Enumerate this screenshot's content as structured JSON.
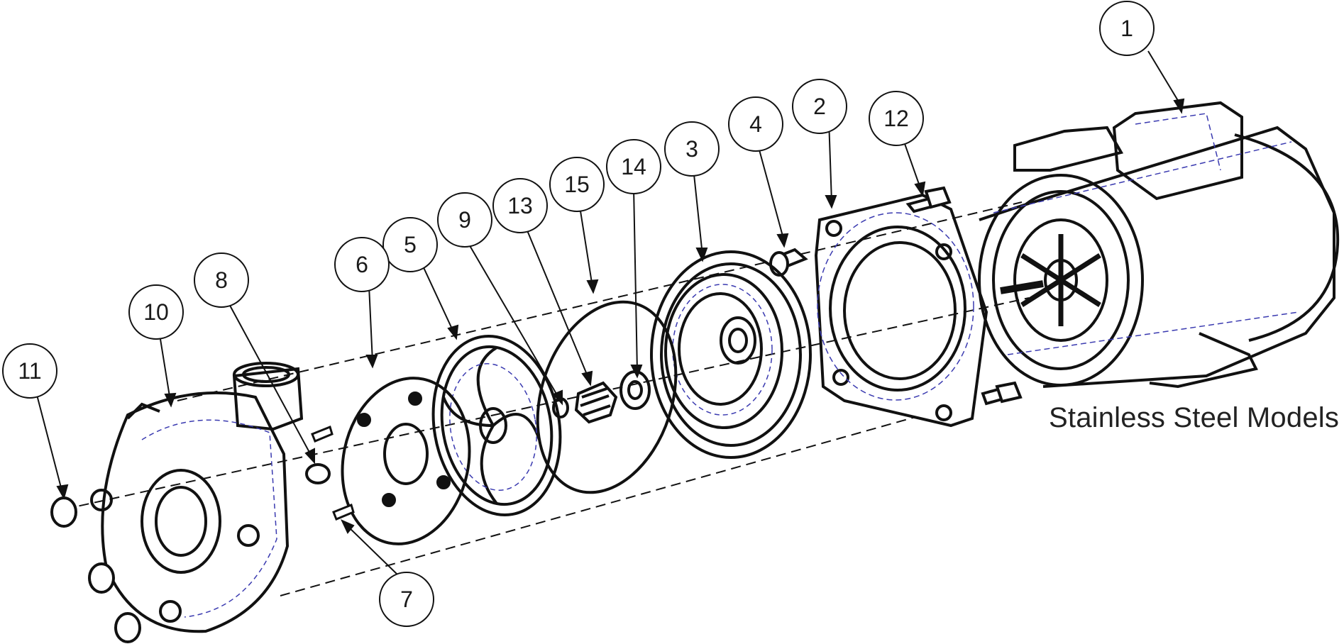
{
  "caption": "Stainless Steel Models",
  "colors": {
    "outline": "#111111",
    "hidden_lines": "#3a3ab0",
    "background": "#ffffff"
  },
  "parts": [
    {
      "number": "1",
      "part": "motor"
    },
    {
      "number": "2",
      "part": "motor-adapter-bracket"
    },
    {
      "number": "3",
      "part": "seal-plate"
    },
    {
      "number": "4",
      "part": "bracket-bolt"
    },
    {
      "number": "5",
      "part": "impeller"
    },
    {
      "number": "6",
      "part": "wear-plate"
    },
    {
      "number": "7",
      "part": "wear-plate-screw"
    },
    {
      "number": "8",
      "part": "drain-plug"
    },
    {
      "number": "9",
      "part": "impeller-washer"
    },
    {
      "number": "10",
      "part": "pump-casing"
    },
    {
      "number": "11",
      "part": "casing-nut"
    },
    {
      "number": "12",
      "part": "motor-bolt"
    },
    {
      "number": "13",
      "part": "shaft-seal"
    },
    {
      "number": "14",
      "part": "seal-seat"
    },
    {
      "number": "15",
      "part": "casing-o-ring"
    }
  ]
}
